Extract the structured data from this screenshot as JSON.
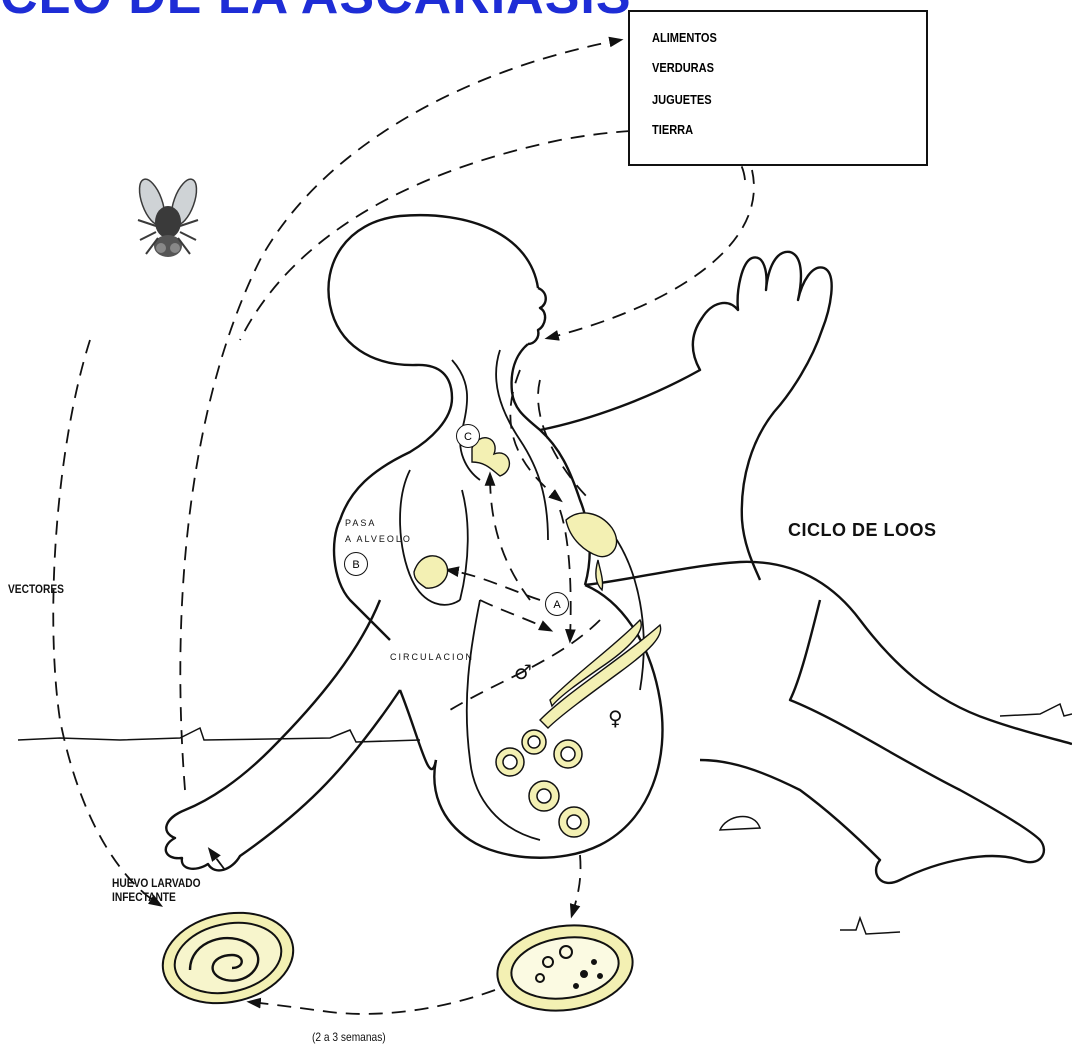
{
  "banner": {
    "text": "CLO DE LA ASCARIASIS",
    "color": "#1e2dd6"
  },
  "sources": {
    "items": [
      "ALIMENTOS",
      "VERDURAS",
      "JUGUETES",
      "TIERRA"
    ]
  },
  "title": "CICLO DE LOOS",
  "labels": {
    "vectors": "VECTORES",
    "egg_infective": [
      "HUEVO LARVADO",
      "INFECTANTE"
    ],
    "duration": "(2 a 3 semanas)",
    "passes_alveolus": [
      "PASA",
      "A ALVEOLO"
    ],
    "circulation": "CIRCULACION"
  },
  "stages": {
    "a": "A",
    "b": "B",
    "c": "C"
  },
  "symbols": {
    "male": "♂",
    "female": "♀"
  },
  "colors": {
    "worm_fill": "#f3f0b3",
    "egg_fill": "#f3f0b3",
    "outline": "#111111",
    "fly": "#3a3a3a"
  }
}
